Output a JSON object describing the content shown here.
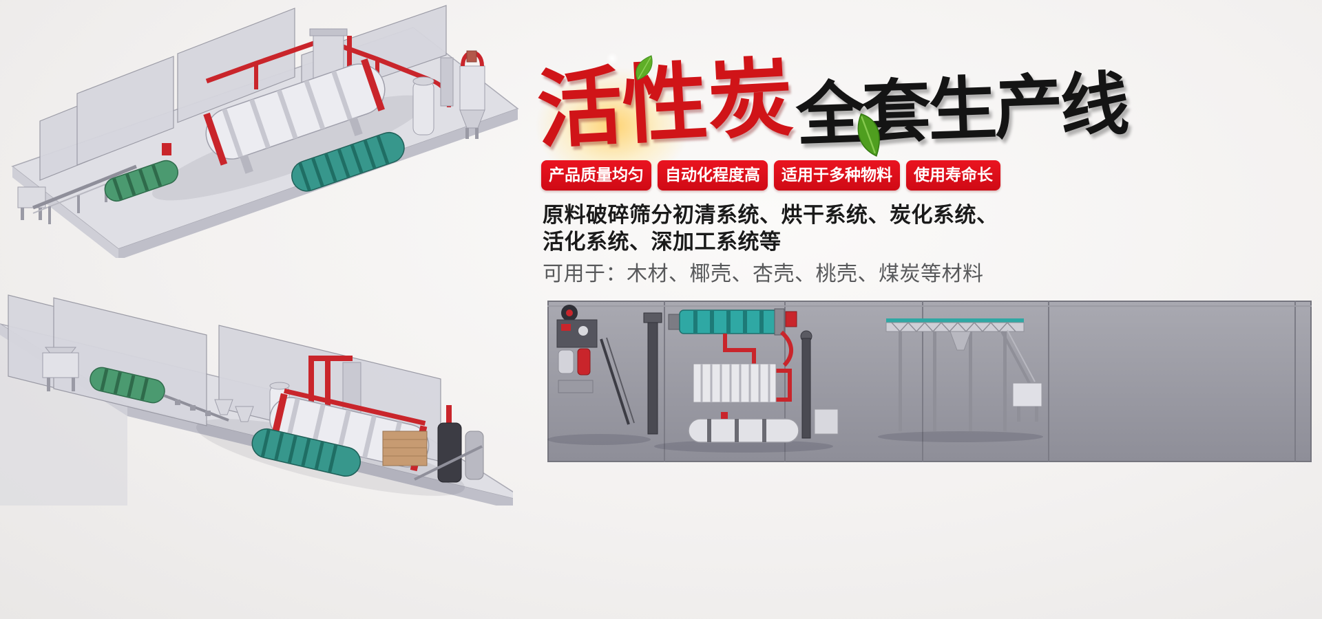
{
  "hero": {
    "title_red": "活性炭",
    "title_black": "全套生产线"
  },
  "badges": [
    "产品质量均匀",
    "自动化程度高",
    "适用于多种物料",
    "使用寿命长"
  ],
  "description": {
    "line1": "原料破碎筛分初清系统、烘干系统、炭化系统、",
    "line2": "活化系统、深加工系统等",
    "line3": "可用于：木材、椰壳、杏壳、桃壳、煤炭等材料"
  },
  "colors": {
    "badge_red": "#e2101b",
    "title_red": "#d01418",
    "title_black": "#141414",
    "text_dark": "#1a1a1a",
    "text_gray": "#58595b",
    "page_bg": "#f2f0ef",
    "panorama_wall": "#9a9aa2",
    "machine_teal": "#2fa8a4",
    "pipe_red": "#c9252b",
    "leaf_green": "#5fae27"
  },
  "icons": {
    "leaf": "leaf-icon",
    "glow": "title-glow-highlight"
  }
}
